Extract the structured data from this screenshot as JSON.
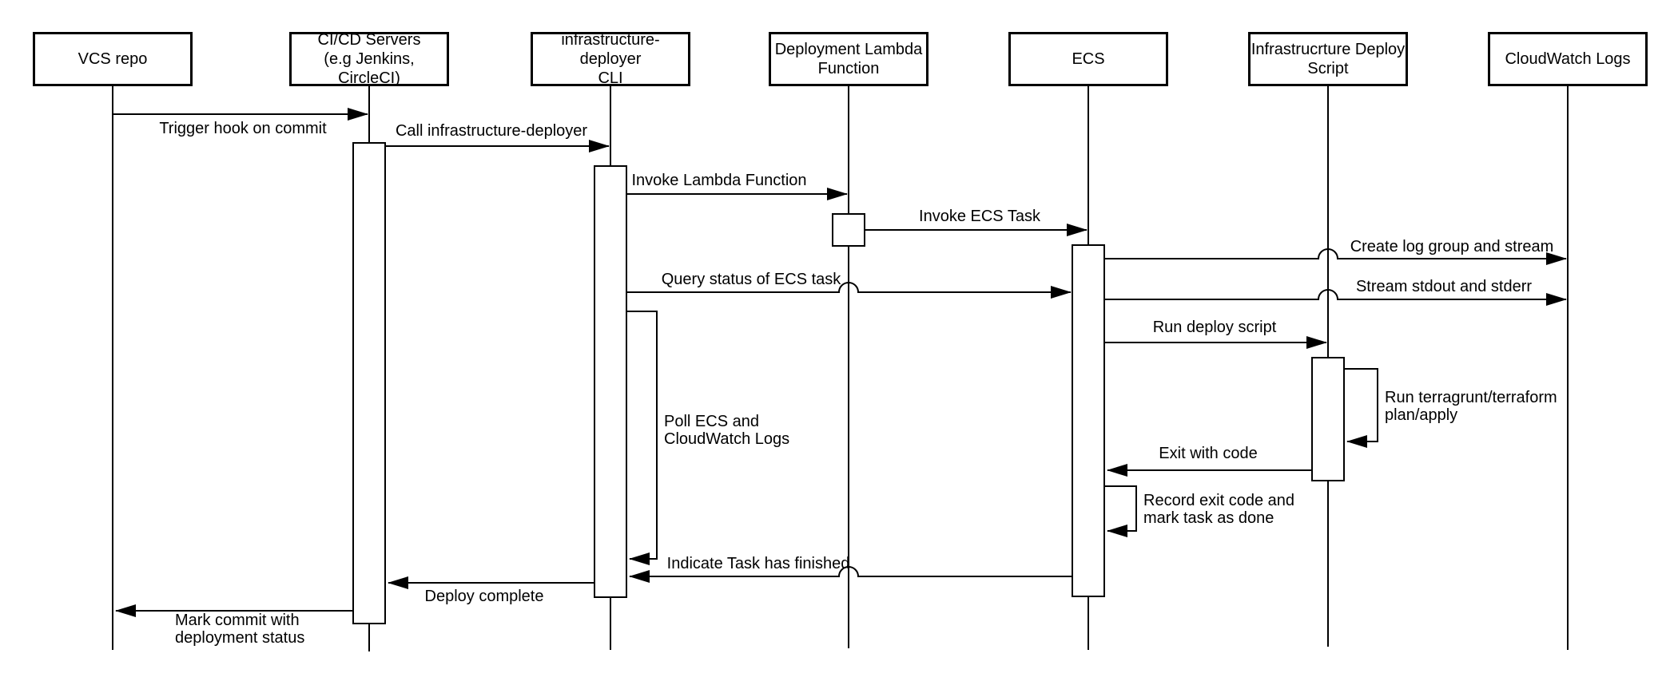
{
  "diagram": {
    "type": "uml-sequence-diagram",
    "background_color": "#ffffff",
    "line_color": "#000000",
    "box_fill_color": "#ffffff",
    "actors": [
      {
        "label": "VCS repo"
      },
      {
        "label": "CI/CD Servers\n(e.g Jenkins, CircleCI)"
      },
      {
        "label": "infrastructure-deployer\nCLI"
      },
      {
        "label": "Deployment Lambda\nFunction"
      },
      {
        "label": "ECS"
      },
      {
        "label": "Infrastrucrture Deploy\nScript"
      },
      {
        "label": "CloudWatch Logs"
      }
    ],
    "messages": [
      {
        "label": "Trigger hook on commit"
      },
      {
        "label": "Call infrastructure-deployer"
      },
      {
        "label": "Invoke Lambda Function"
      },
      {
        "label": "Invoke ECS Task"
      },
      {
        "label": "Create log group and stream"
      },
      {
        "label": "Query status of ECS task"
      },
      {
        "label": "Stream stdout and stderr"
      },
      {
        "label": "Poll ECS and\nCloudWatch Logs"
      },
      {
        "label": "Run deploy script"
      },
      {
        "label": "Run terragrunt/terraform\nplan/apply"
      },
      {
        "label": "Exit with code"
      },
      {
        "label": "Record exit code and\nmark task as done"
      },
      {
        "label": "Indicate Task has finished"
      },
      {
        "label": "Deploy complete"
      },
      {
        "label": "Mark commit with\ndeployment status"
      }
    ]
  }
}
